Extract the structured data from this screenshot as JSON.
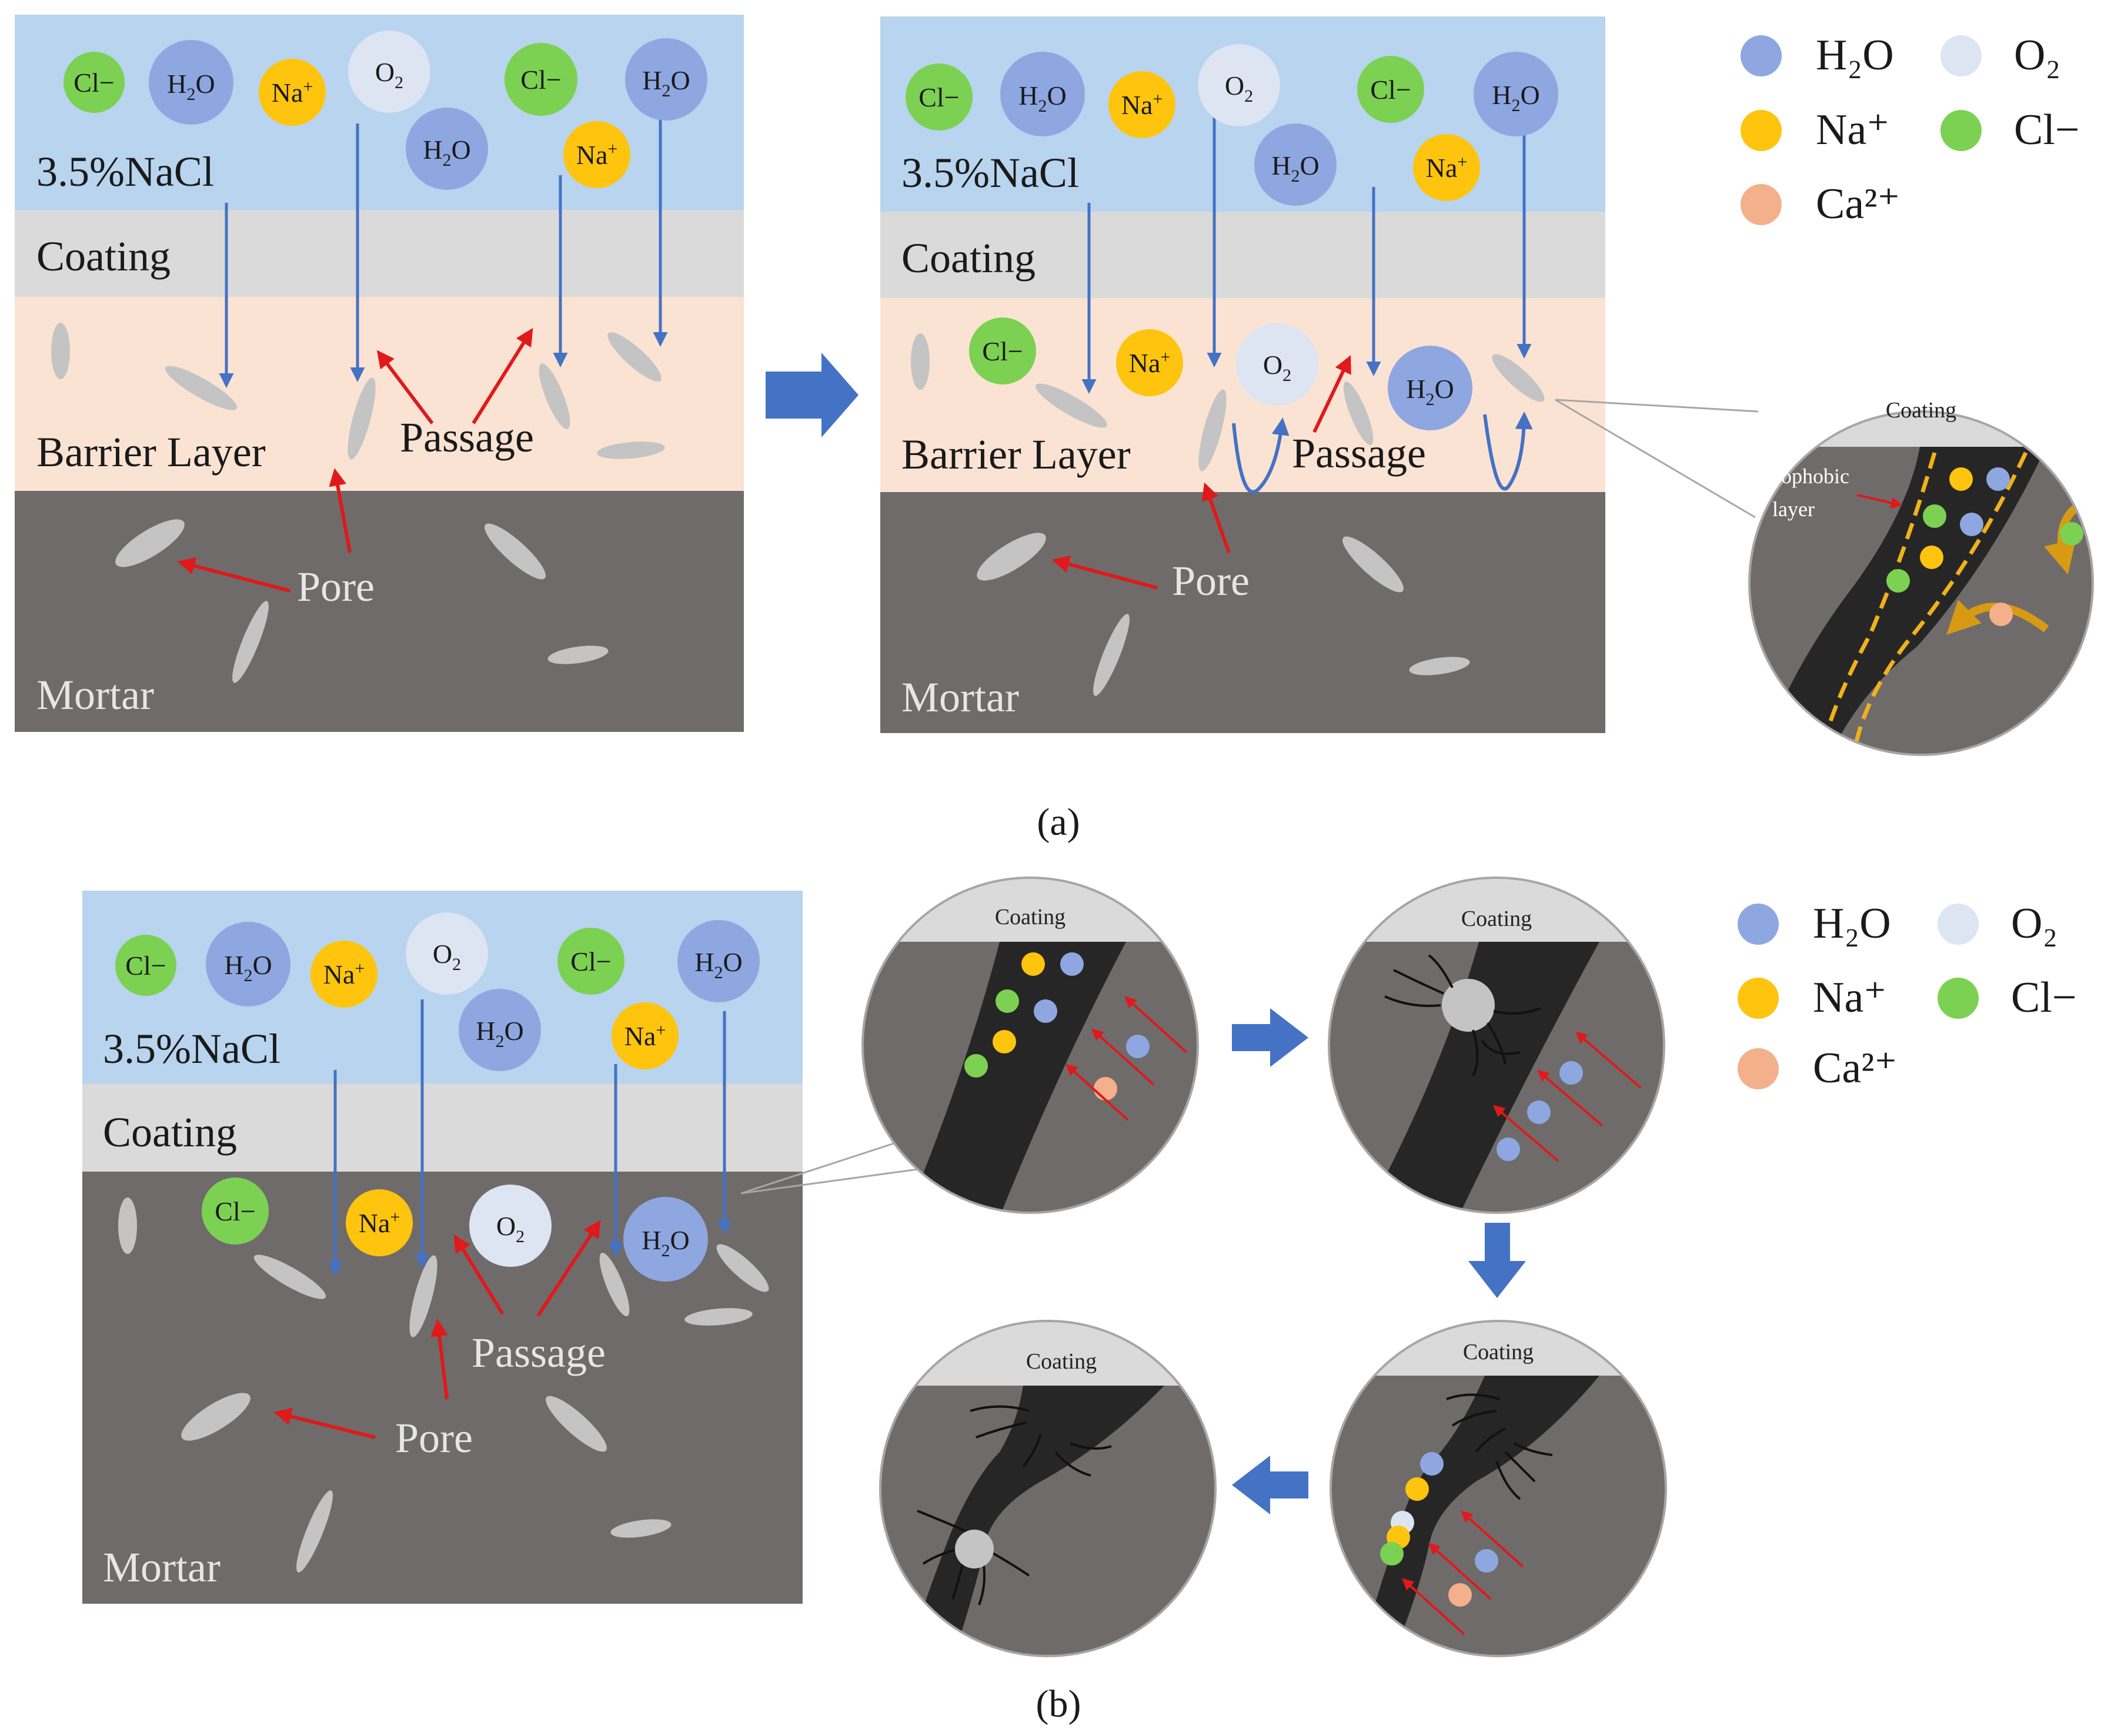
{
  "colors": {
    "nacl_bg": "#b8d4ee",
    "coating_bg": "#dadada",
    "barrier_bg": "#fbe3d4",
    "mortar_bg": "#6f6b6b",
    "pore": "#c4c4c4",
    "h2o": "#8ea7e1",
    "o2": "#dde4f2",
    "na": "#ffc40e",
    "cl": "#7cd152",
    "ca": "#f4b08b",
    "arrow_blue": "#4472c4",
    "arrow_red": "#e0191b",
    "crack": "#262626",
    "hydrophobic_line": "#f0b21a"
  },
  "labels": {
    "nacl": "3.5%NaCl",
    "coating": "Coating",
    "barrier": "Barrier Layer",
    "mortar": "Mortar",
    "passage": "Passage",
    "pore": "Pore",
    "hydrophobic_line1": "Hydrophobic",
    "hydrophobic_line2": "layer",
    "caption_a": "(a)",
    "caption_b": "(b)"
  },
  "ions": {
    "cl": "Cl−",
    "h2o_main": "H",
    "h2o_sub": "2",
    "h2o_tail": "O",
    "na_main": "Na",
    "na_sup": "+",
    "o2_main": "O",
    "o2_sub": "2"
  },
  "legend": {
    "h2o": "H₂O",
    "o2": "O₂",
    "na": "Na⁺",
    "cl": "Cl−",
    "ca": "Ca²⁺"
  },
  "icons": {
    "flow_arrow": "right-arrow-icon",
    "process_arrows": [
      "right-arrow-icon",
      "down-arrow-icon",
      "left-arrow-icon"
    ]
  }
}
